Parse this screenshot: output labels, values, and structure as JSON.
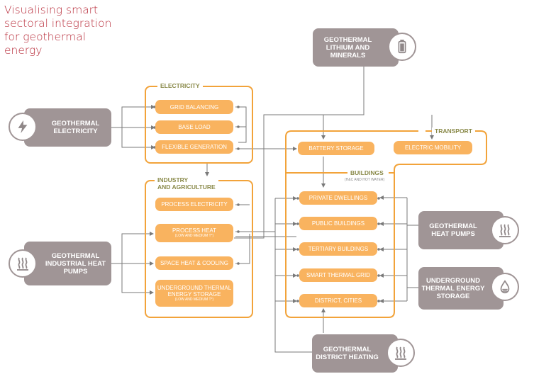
{
  "title": "Visualising smart sectoral integration for geothermal energy",
  "sources": {
    "electricity": "GEOTHERMAL\nELECTRICITY",
    "industrial_heat_pumps": "GEOTHERMAL\nINDUSTRIAL HEAT\nPUMPS",
    "lithium": "GEOTHERMAL\nLITHIUM AND\nMINERALS",
    "heat_pumps": "GEOTHERMAL\nHEAT PUMPS",
    "storage": "UNDERGROUND\nTHERMAL ENERGY\nSTORAGE",
    "district_heating": "GEOTHERMAL\nDISTRICT HEATING"
  },
  "electricity": {
    "title": "ELECTRICITY",
    "items": [
      "GRID BALANCING",
      "BASE LOAD",
      "FLEXIBLE GENERATION"
    ]
  },
  "industry": {
    "title": "INDUSTRY\nAND AGRICULTURE",
    "items": [
      {
        "label": "PROCESS ELECTRICITY",
        "sub": ""
      },
      {
        "label": "PROCESS HEAT",
        "sub": "(LOW AND MEDIUM T°)"
      },
      {
        "label": "SPACE HEAT & COOLING",
        "sub": ""
      },
      {
        "label": "UNDERGROUND THERMAL\nENERGY STORAGE",
        "sub": "(LOW AND MEDIUM T°)"
      }
    ]
  },
  "transport": {
    "title": "TRANSPORT",
    "items": [
      "BATTERY STORAGE",
      "ELECTRIC MOBILITY"
    ]
  },
  "buildings": {
    "title": "BUILDINGS",
    "note": "(H&C AND HOT WATER)",
    "items": [
      "PRIVATE DWELLINGS",
      "PUBLIC BUILDINGS",
      "TERTIARY BUILDINGS",
      "SMART THERMAL GRID",
      "DISTRICT, CITIES"
    ]
  },
  "icons": {
    "electricity": "lightning-icon",
    "industrial_heat_pumps": "heat-waves-icon",
    "lithium": "battery-icon",
    "heat_pumps": "heat-waves-icon",
    "storage": "water-drop-icon",
    "district_heating": "heat-waves-icon"
  },
  "colors": {
    "title": "#b82c3a",
    "source_box": "#a09596",
    "panel_border": "#f2a33a",
    "pill": "#f9b35f",
    "panel_title": "#8a8a4a",
    "connector": "#7a7a7a"
  }
}
